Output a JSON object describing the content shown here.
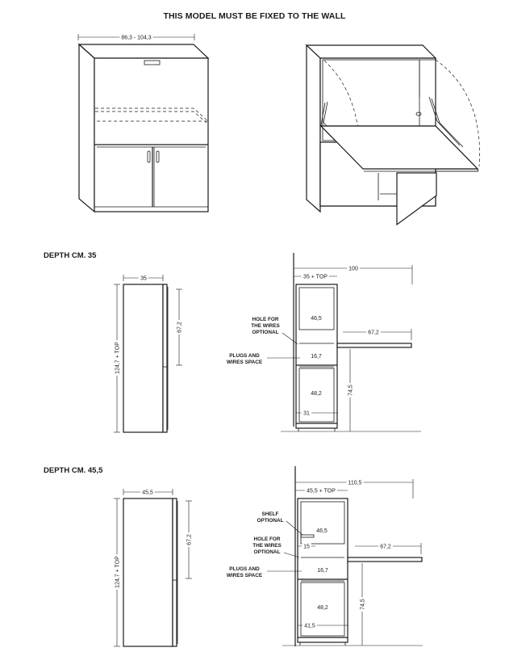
{
  "title": "THIS MODEL MUST BE FIXED TO THE WALL",
  "sections": {
    "depth35": "DEPTH CM. 35",
    "depth455": "DEPTH CM. 45,5"
  },
  "front_view": {
    "width_dim": "86,3 - 104,3"
  },
  "side35": {
    "depth": "35",
    "height": "124,7 + TOP",
    "upper": "67,2"
  },
  "sect35": {
    "reach": "100",
    "depth_top": "35 + TOP",
    "upper": "46,5",
    "flap": "67,2",
    "plugs": "16,7",
    "lower": "48,2",
    "base": "31",
    "desk_height": "74,5",
    "hole_label": [
      "HOLE FOR",
      "THE WIRES",
      "OPTIONAL"
    ],
    "plugs_label": [
      "PLUGS AND",
      "WIRES SPACE"
    ]
  },
  "side455": {
    "depth": "45,5",
    "height": "124,7 + TOP",
    "upper": "67,2"
  },
  "sect455": {
    "reach": "110,5",
    "depth_top": "45,5 + TOP",
    "upper": "46,5",
    "shelf": "15",
    "flap": "67,2",
    "plugs": "16,7",
    "lower": "48,2",
    "base": "41,5",
    "desk_height": "74,5",
    "shelf_label": [
      "SHELF",
      "OPTIONAL"
    ],
    "hole_label": [
      "HOLE FOR",
      "THE WIRES",
      "OPTIONAL"
    ],
    "plugs_label": [
      "PLUGS AND",
      "WIRES SPACE"
    ]
  }
}
